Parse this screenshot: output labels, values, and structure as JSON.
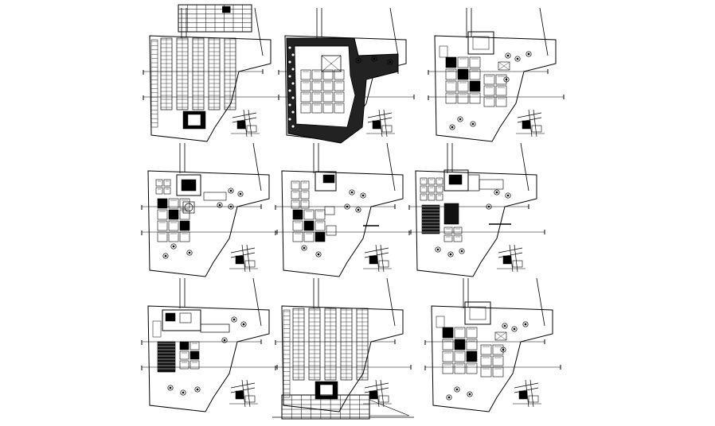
{
  "drawing": {
    "type": "architectural site plans sheet",
    "background": "#ffffff",
    "line_color": "#000000",
    "panels": [
      {
        "id": "plan-parking-level-1",
        "variant": "parking"
      },
      {
        "id": "plan-landscape",
        "variant": "landscape"
      },
      {
        "id": "plan-ground-floor-a",
        "variant": "floorA"
      },
      {
        "id": "plan-floor-b",
        "variant": "floorB"
      },
      {
        "id": "plan-floor-c",
        "variant": "floorC"
      },
      {
        "id": "plan-floor-d",
        "variant": "floorD"
      },
      {
        "id": "plan-floor-e",
        "variant": "floorE"
      },
      {
        "id": "plan-parking-level-2",
        "variant": "parking"
      },
      {
        "id": "plan-roof",
        "variant": "floorA"
      }
    ],
    "tables": [
      {
        "id": "schedule-table-top",
        "rows": 6,
        "cols": 8
      },
      {
        "id": "schedule-table-bottom",
        "rows": 5,
        "cols": 9
      }
    ]
  }
}
